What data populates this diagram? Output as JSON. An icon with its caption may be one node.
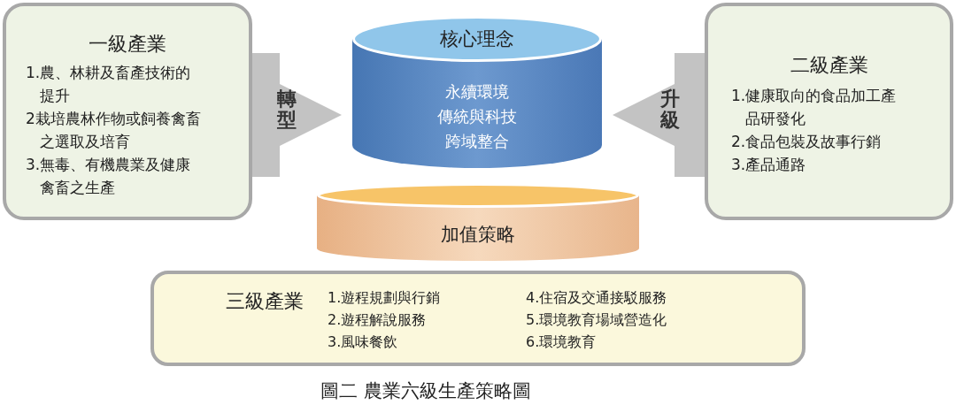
{
  "diagram": {
    "caption": "圖二 農業六級生產策略圖",
    "nodes": [
      {
        "text": [
          "一級產業",
          "1.農、林耕及畜產技術的提升",
          "2栽培農林作物或飼養禽畜之選取及培育",
          "3.無毒、有機農業及健康禽畜之生產"
        ]
      },
      {
        "text": [
          "核心理念",
          "永續環境",
          "傳統與科技",
          "跨域整合"
        ]
      },
      {
        "text": [
          "二級產業",
          "1.健康取向的食品加工產品研發化",
          "2.食品包裝及故事行銷",
          "3.產品通路"
        ]
      },
      {
        "text": [
          "加值策略"
        ]
      },
      {
        "text": [
          "三級產業",
          "1.遊程規劃與行銷",
          "2.遊程解說服務",
          "3.風味餐飲",
          "4.住宿及交通接駁服務",
          "5.環境教育場域營造化",
          "6.環境教育"
        ]
      }
    ],
    "edges": [
      {
        "from": 0,
        "to": 1,
        "arrow": "to",
        "label": "轉型"
      },
      {
        "from": 2,
        "to": 1,
        "arrow": "to",
        "label": "升級"
      }
    ]
  }
}
